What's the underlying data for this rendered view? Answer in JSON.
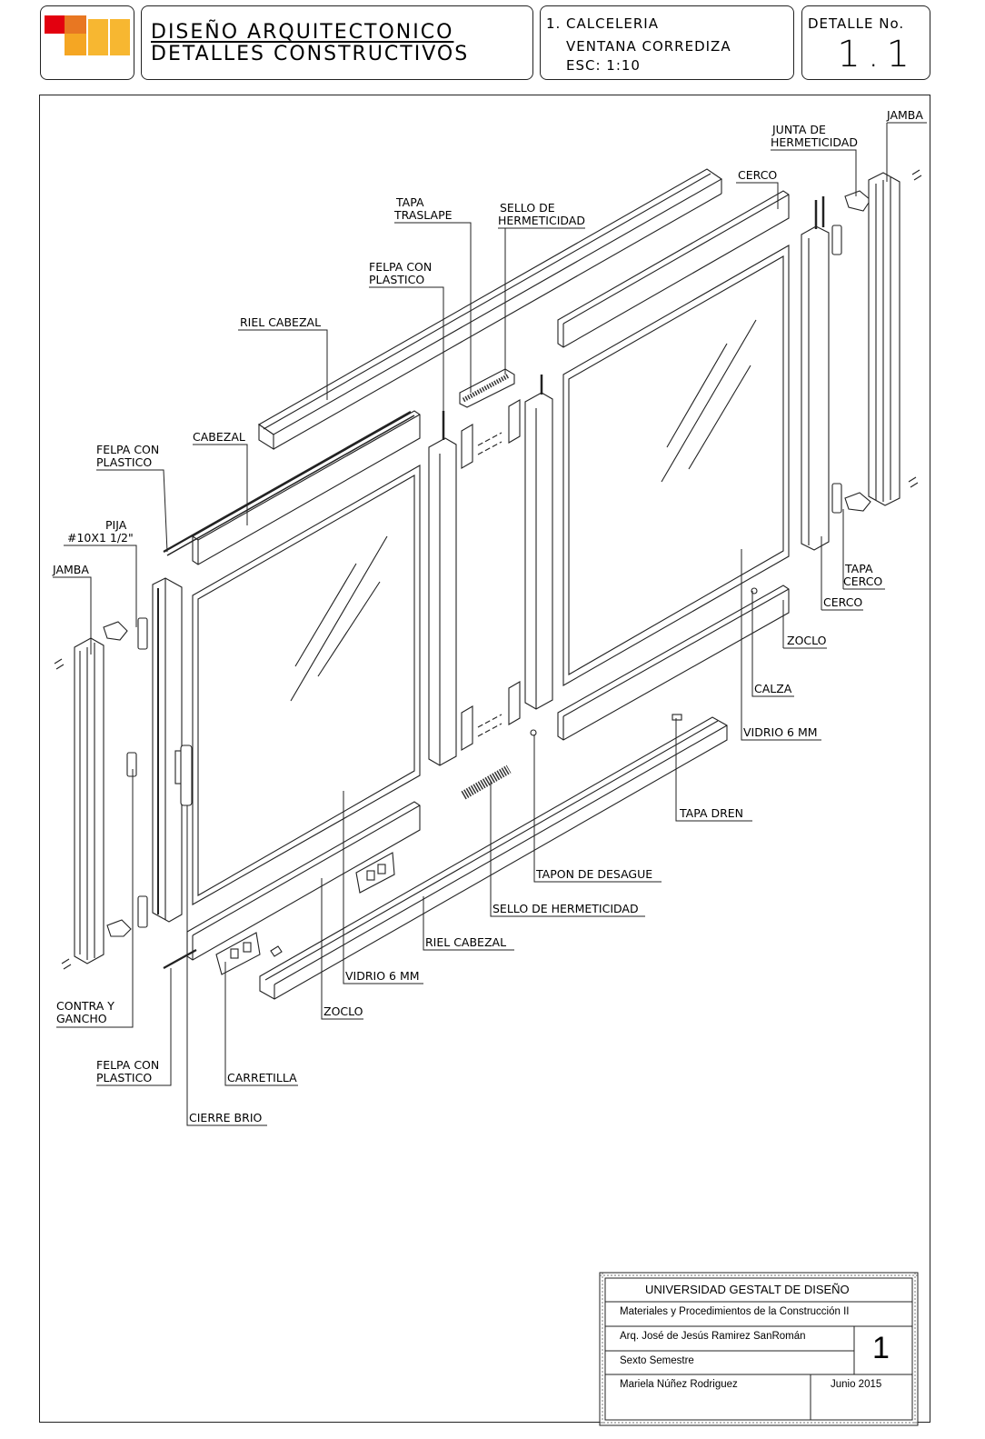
{
  "header": {
    "title_line1": "DISEÑO ARQUITECTONICO",
    "title_line2": "DETALLES CONSTRUCTIVOS",
    "section_number": "1.",
    "section_name": "CALCELERIA",
    "item_name": "VENTANA CORREDIZA",
    "scale": "ESC: 1:10",
    "detail_label": "DETALLE No.",
    "detail_number": "1.1"
  },
  "logo": {
    "colors": [
      "#e3000f",
      "#e87722",
      "#f5a623",
      "#f7b731"
    ]
  },
  "labels": {
    "jamba_right": "JAMBA",
    "junta_line1": "JUNTA DE",
    "junta_line2": "HERMETICIDAD",
    "cerco_top": "CERCO",
    "tapa_traslape_line1": "TAPA",
    "tapa_traslape_line2": "TRASLAPE",
    "sello_top_line1": "SELLO DE",
    "sello_top_line2": "HERMETICIDAD",
    "felpa_mid_line1": "FELPA CON",
    "felpa_mid_line2": "PLASTICO",
    "riel_cabezal_top": "RIEL CABEZAL",
    "cabezal": "CABEZAL",
    "felpa_left_line1": "FELPA CON",
    "felpa_left_line2": "PLASTICO",
    "pija_line1": "PIJA",
    "pija_line2": "#10X1 1/2\"",
    "jamba_left": "JAMBA",
    "tapa_cerco_line1": "TAPA",
    "tapa_cerco_line2": "CERCO",
    "cerco_right": "CERCO",
    "zoclo_right": "ZOCLO",
    "calza": "CALZA",
    "vidrio_right": "VIDRIO 6 MM",
    "tapa_dren": "TAPA DREN",
    "tapon_desague": "TAPON DE DESAGUE",
    "sello_bottom": "SELLO DE HERMETICIDAD",
    "riel_cabezal_bottom": "RIEL CABEZAL",
    "vidrio_left": "VIDRIO 6 MM",
    "zoclo_left": "ZOCLO",
    "contra_line1": "CONTRA Y",
    "contra_line2": "GANCHO",
    "felpa_bottom_line1": "FELPA CON",
    "felpa_bottom_line2": "PLASTICO",
    "carretilla": "CARRETILLA",
    "cierre_brio": "CIERRE BRIO"
  },
  "title_block": {
    "university": "UNIVERSIDAD GESTALT DE DISEÑO",
    "course": "Materiales y Procedimientos de la Construcción II",
    "professor": "Arq. José de Jesús Ramirez SanRomán",
    "semester": "Sexto Semestre",
    "student": "Mariela Núñez Rodriguez",
    "date": "Junio 2015",
    "sheet_number": "1"
  }
}
